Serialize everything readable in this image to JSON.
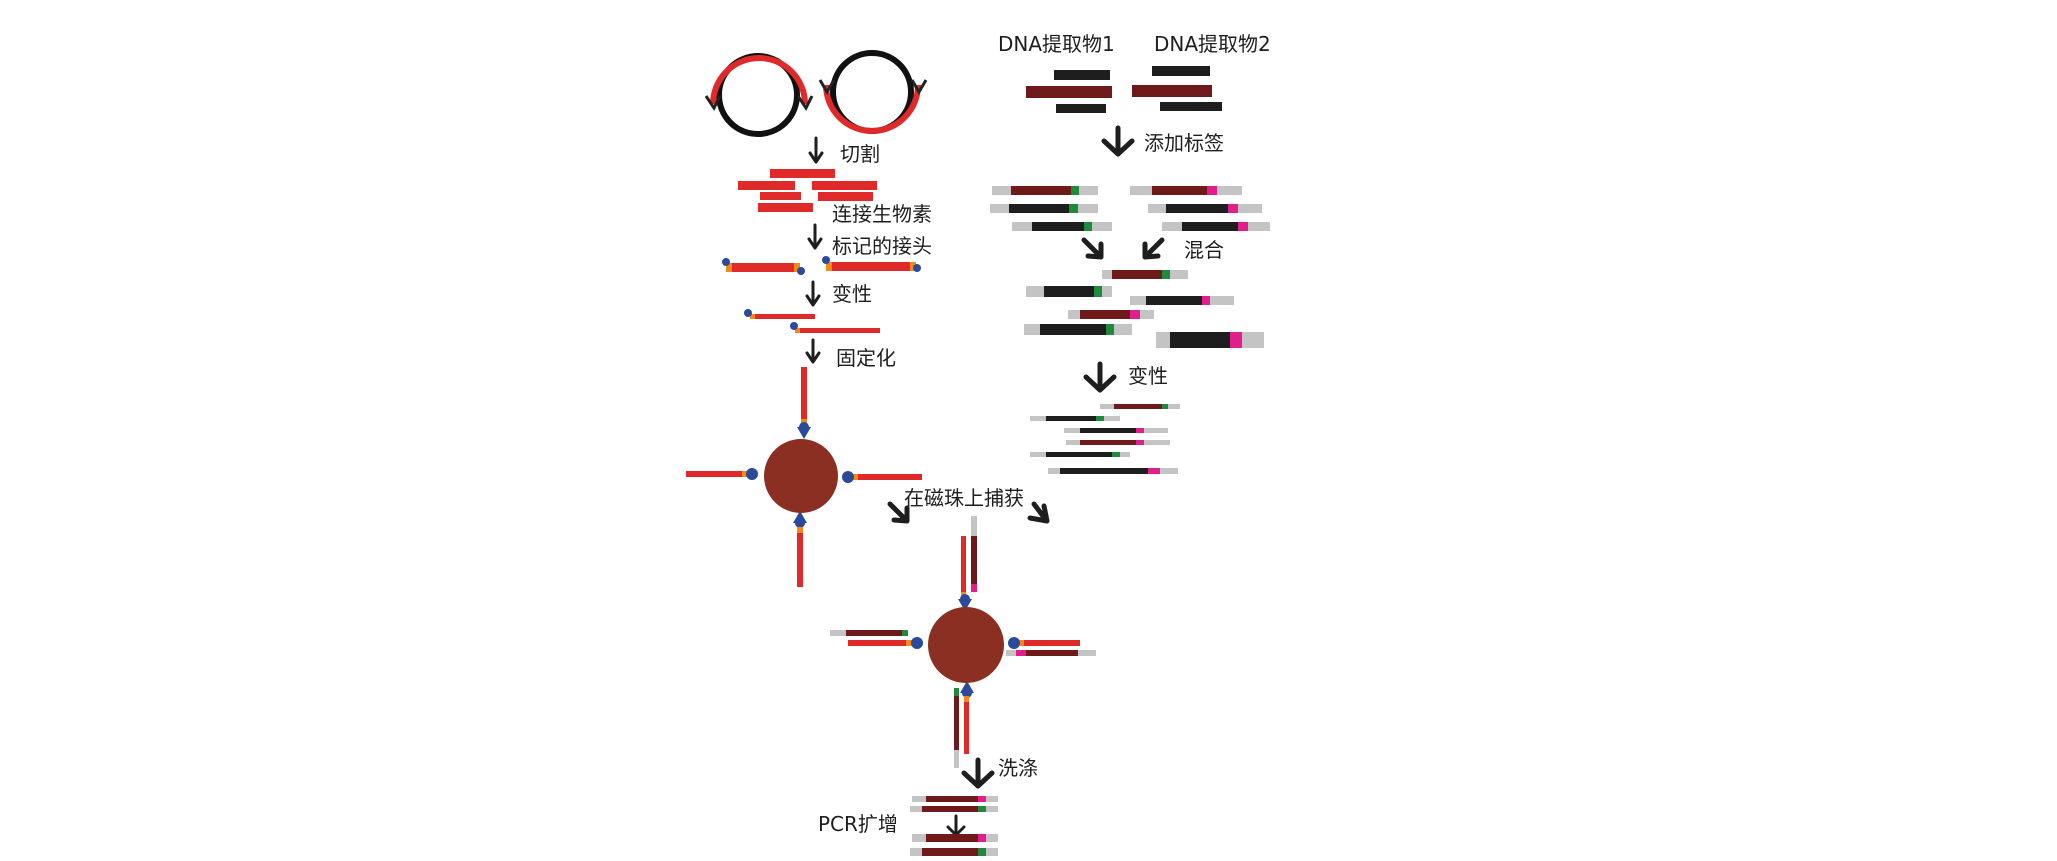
{
  "labels": {
    "cut": "切割",
    "ligate_line1": "连接生物素",
    "ligate_line2": "标记的接头",
    "denature_left": "变性",
    "immobilize": "固定化",
    "extract1": "DNA提取物1",
    "extract2": "DNA提取物2",
    "add_tags": "添加标签",
    "mix": "混合",
    "denature_right": "变性",
    "capture": "在磁珠上捕获",
    "wash": "洗涤",
    "pcr": "PCR扩增"
  },
  "colors": {
    "probe_red": "#e02a2a",
    "dark_red": "#6e1a1a",
    "black_dna": "#1e1e1e",
    "tag_gray": "#c4c4c4",
    "green_tag": "#1f8a3c",
    "pink_tag": "#e01e8c",
    "orange_adapter": "#f08a1c",
    "biotin_blue": "#2b4a9a",
    "bead": "#8a2f22",
    "arrow": "#1e1e1e"
  }
}
